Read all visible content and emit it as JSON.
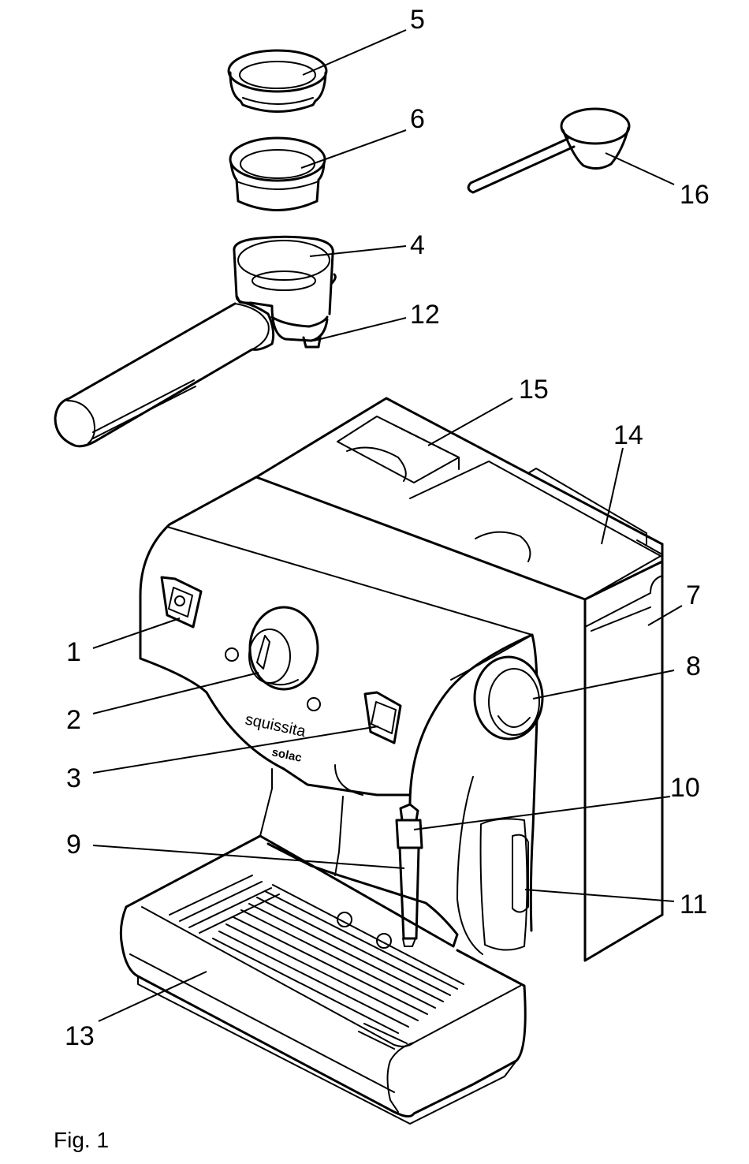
{
  "caption": "Fig. 1",
  "brand": {
    "model": "squissita",
    "maker": "solac"
  },
  "callouts": [
    {
      "id": "1",
      "text": "1"
    },
    {
      "id": "2",
      "text": "2"
    },
    {
      "id": "3",
      "text": "3"
    },
    {
      "id": "4",
      "text": "4"
    },
    {
      "id": "5",
      "text": "5"
    },
    {
      "id": "6",
      "text": "6"
    },
    {
      "id": "7",
      "text": "7"
    },
    {
      "id": "8",
      "text": "8"
    },
    {
      "id": "9",
      "text": "9"
    },
    {
      "id": "10",
      "text": "10"
    },
    {
      "id": "11",
      "text": "11"
    },
    {
      "id": "12",
      "text": "12"
    },
    {
      "id": "13",
      "text": "13"
    },
    {
      "id": "14",
      "text": "14"
    },
    {
      "id": "15",
      "text": "15"
    },
    {
      "id": "16",
      "text": "16"
    }
  ]
}
